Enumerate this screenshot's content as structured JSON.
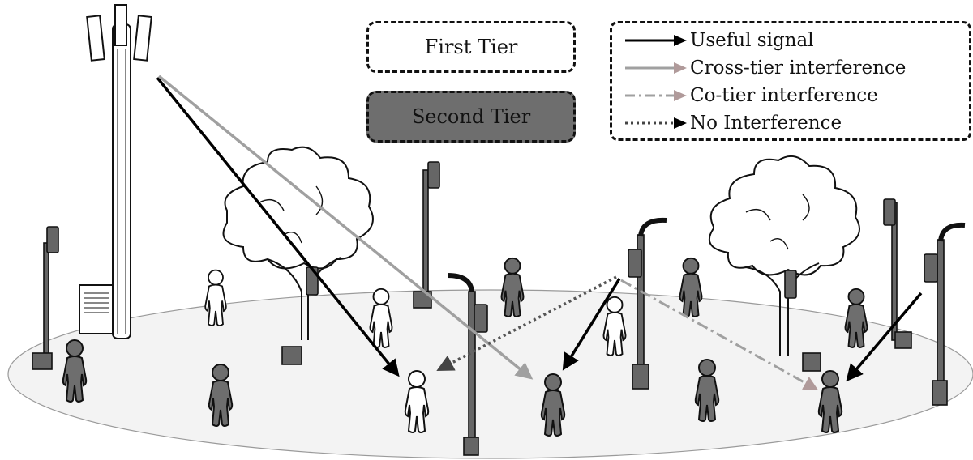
{
  "tiers": {
    "first_label": "First Tier",
    "second_label": "Second Tier"
  },
  "legend": {
    "items": [
      {
        "label": "Useful signal",
        "style": "solid",
        "color": "#000000"
      },
      {
        "label": "Cross-tier interference",
        "style": "solid",
        "color": "#a0a0a0"
      },
      {
        "label": "Co-tier interference",
        "style": "dashdot",
        "color": "#a0a0a0"
      },
      {
        "label": "No Interference",
        "style": "dotted",
        "color": "#555555"
      }
    ]
  },
  "colors": {
    "useful": "#000000",
    "cross_tier": "#a0a0a0",
    "co_tier": "#a0a0a0",
    "no_interference": "#555555",
    "second_tier_fill": "#6e6e6e",
    "ground": "#f2f2f2"
  }
}
